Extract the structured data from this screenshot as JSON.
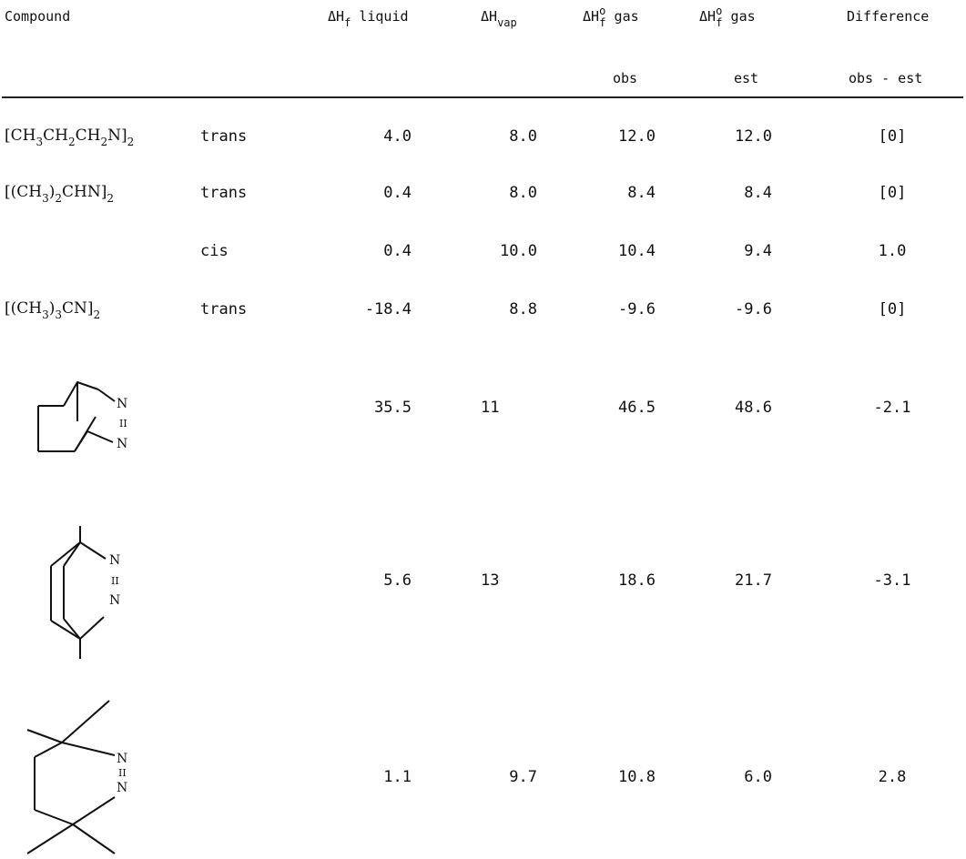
{
  "table": {
    "headers": {
      "compound": "Compound",
      "liquid": {
        "pre": "ΔH",
        "sub": "f",
        "post": " liquid"
      },
      "vap": {
        "pre": "ΔH",
        "sub": "vap"
      },
      "obs": {
        "pre": "ΔH",
        "sup": "o",
        "sub": "f",
        "post": " gas",
        "line2": "obs"
      },
      "est": {
        "pre": "ΔH",
        "sup": "o",
        "sub": "f",
        "post": " gas",
        "line2": "est"
      },
      "diff": {
        "line1": "Difference",
        "line2": "obs - est"
      }
    },
    "rows": [
      {
        "formula_parts": [
          "[CH",
          "3",
          "CH",
          "2",
          "CH",
          "2",
          "N]",
          "2"
        ],
        "isomer": "trans",
        "liquid": "4.0",
        "vap": "8.0",
        "obs": "12.0",
        "est": "12.0",
        "diff": "[0]"
      },
      {
        "formula_parts": [
          "[(CH",
          "3",
          ")",
          "2",
          "CHN]",
          "2"
        ],
        "isomer": "trans",
        "liquid": "0.4",
        "vap": "8.0",
        "obs": "8.4",
        "est": "8.4",
        "diff": "[0]"
      },
      {
        "formula_parts": [],
        "isomer": "cis",
        "liquid": "0.4",
        "vap": "10.0",
        "obs": "10.4",
        "est": "9.4",
        "diff": "1.0"
      },
      {
        "formula_parts": [
          "[(CH",
          "3",
          ")",
          "3",
          "CN]",
          "2"
        ],
        "isomer": "trans",
        "liquid": "-18.4",
        "vap": "8.8",
        "obs": "-9.6",
        "est": "-9.6",
        "diff": "[0]"
      },
      {
        "structure": "bicyclic-azo-1",
        "atoms": [
          "N",
          "N"
        ],
        "bond": "II",
        "liquid": "35.5",
        "vap": "11",
        "obs": "46.5",
        "est": "48.6",
        "diff": "-2.1"
      },
      {
        "structure": "bicyclic-azo-2",
        "atoms": [
          "N",
          "N"
        ],
        "bond": "II",
        "liquid": "5.6",
        "vap": "13",
        "obs": "18.6",
        "est": "21.7",
        "diff": "-3.1"
      },
      {
        "structure": "tetramethyl-cyclic-azo",
        "atoms": [
          "N",
          "N"
        ],
        "bond": "II",
        "liquid": "1.1",
        "vap": "9.7",
        "obs": "10.8",
        "est": "6.0",
        "diff": "2.8"
      }
    ]
  }
}
